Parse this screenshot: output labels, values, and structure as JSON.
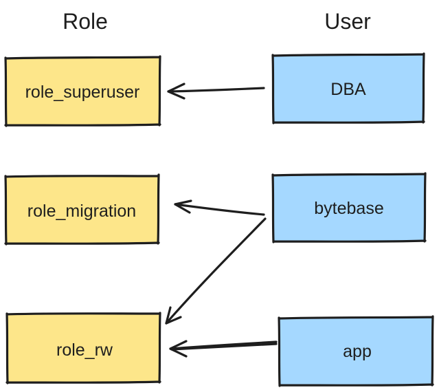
{
  "columns": {
    "role_title": "Role",
    "user_title": "User"
  },
  "roles": [
    {
      "id": "role_superuser",
      "label": "role_superuser"
    },
    {
      "id": "role_migration",
      "label": "role_migration"
    },
    {
      "id": "role_rw",
      "label": "role_rw"
    }
  ],
  "users": [
    {
      "id": "dba",
      "label": "DBA"
    },
    {
      "id": "bytebase",
      "label": "bytebase"
    },
    {
      "id": "app",
      "label": "app"
    }
  ],
  "edges": [
    {
      "from": "DBA",
      "to": "role_superuser"
    },
    {
      "from": "bytebase",
      "to": "role_migration"
    },
    {
      "from": "bytebase",
      "to": "role_rw"
    },
    {
      "from": "app",
      "to": "role_rw"
    }
  ],
  "colors": {
    "role_fill": "#fde68a",
    "user_fill": "#a5d8ff",
    "stroke": "#1e1e1e"
  }
}
